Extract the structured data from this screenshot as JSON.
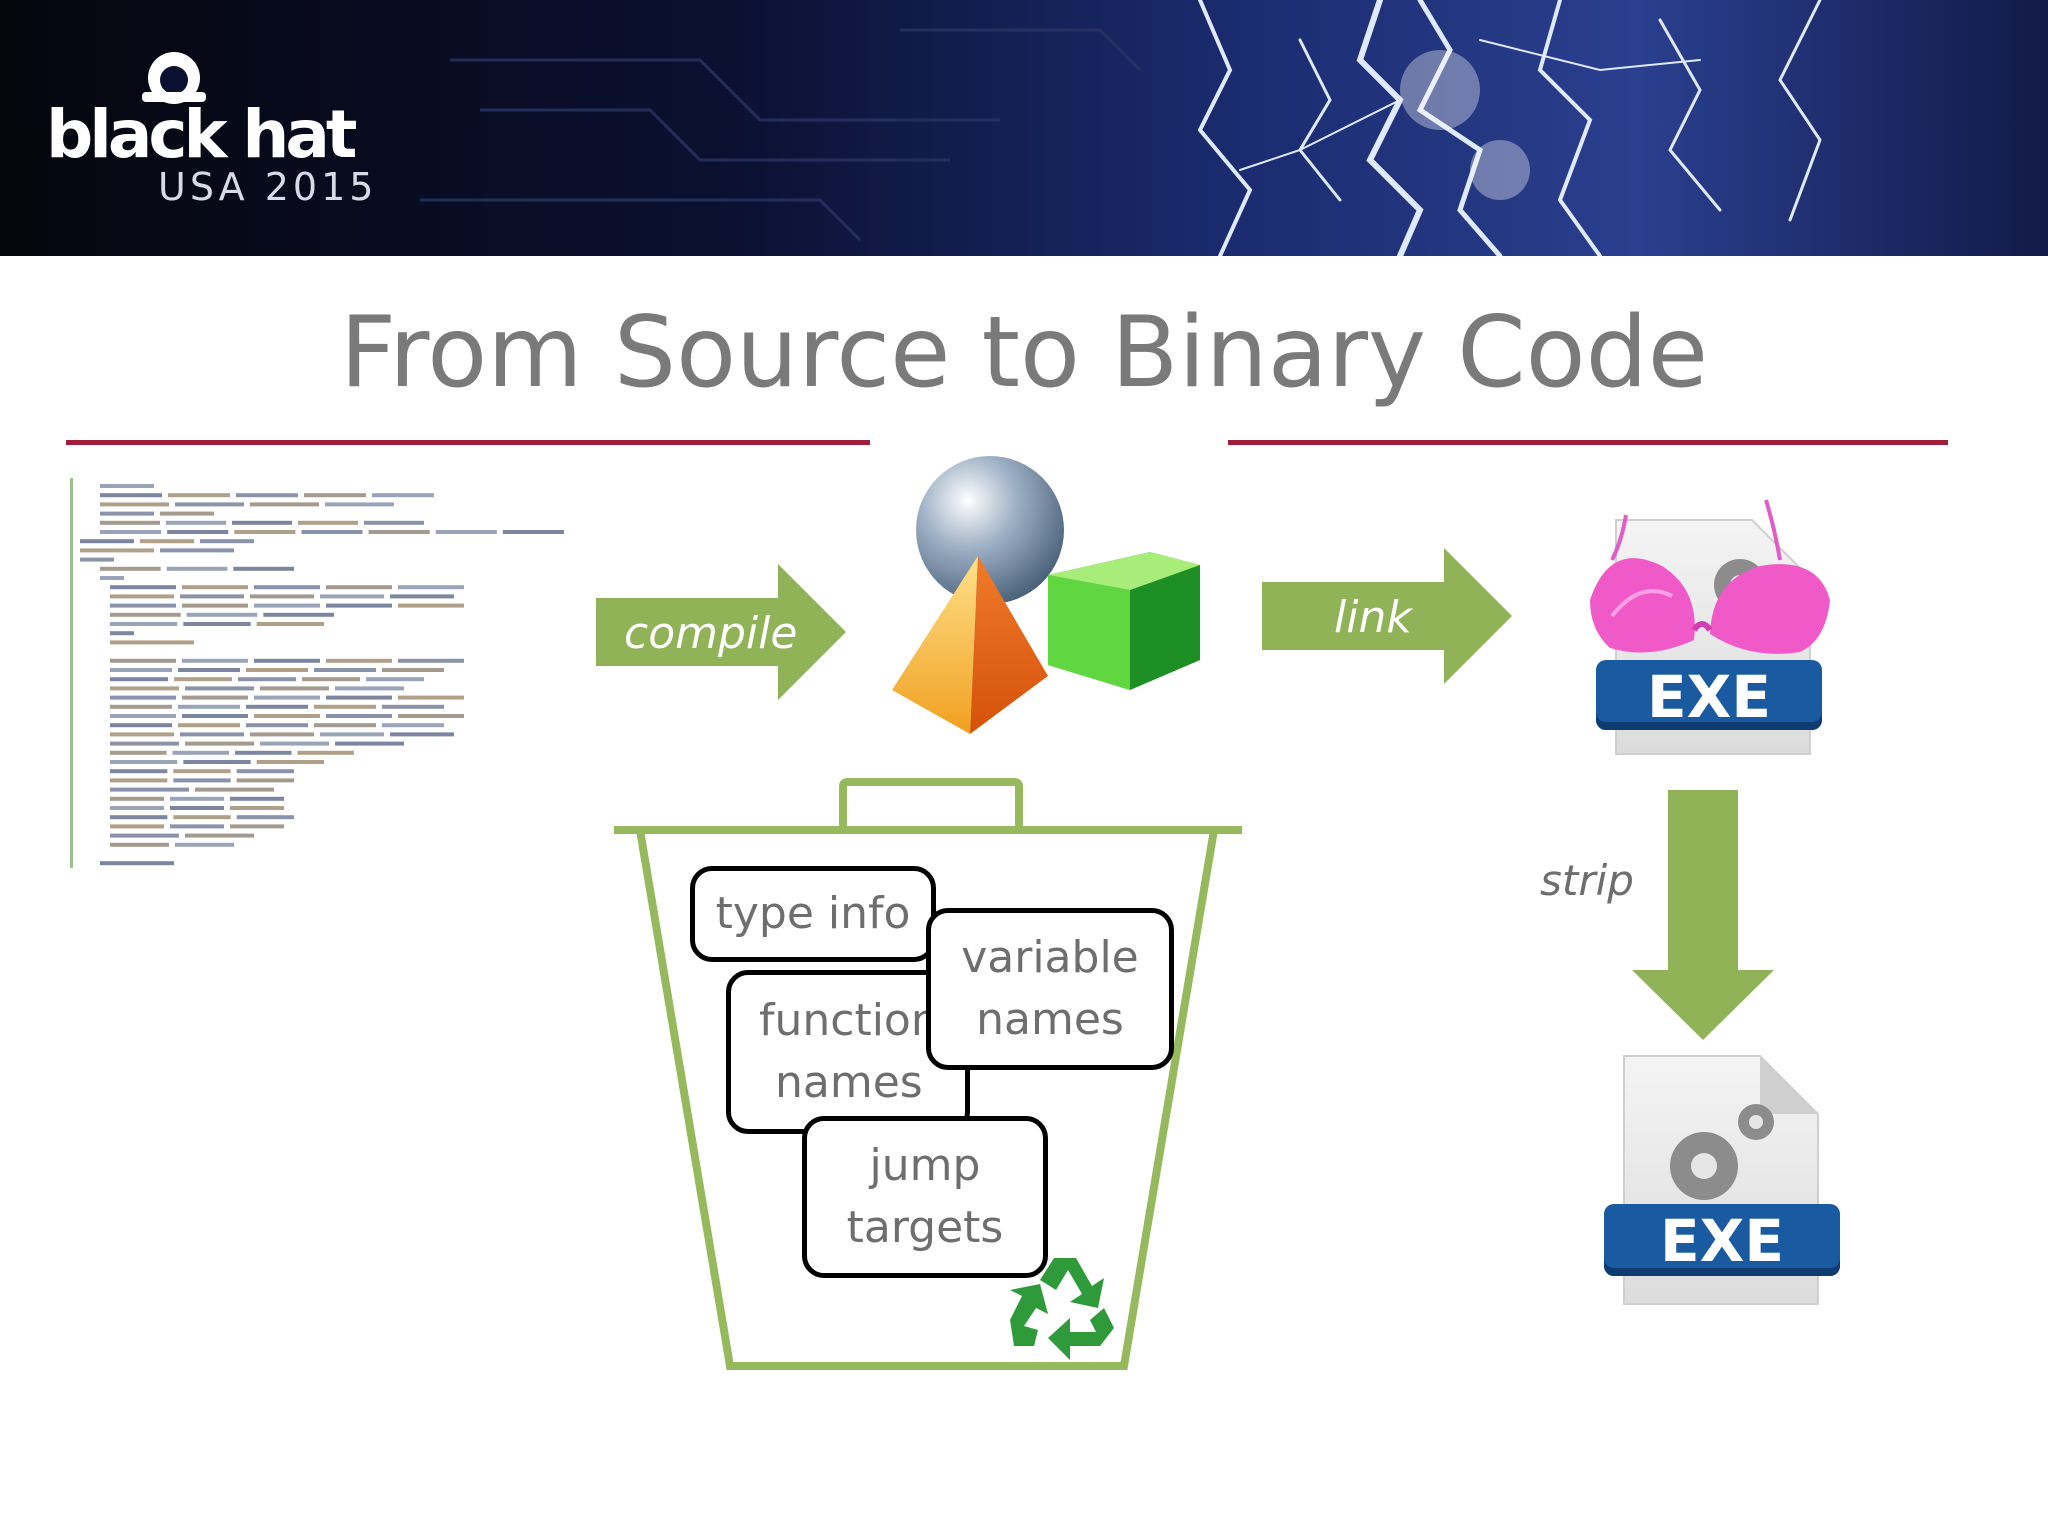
{
  "header": {
    "logo_word": "black hat",
    "logo_sub": "USA 2015"
  },
  "title": "From Source to Binary Code",
  "steps": {
    "compile": "compile",
    "link": "link",
    "strip": "strip"
  },
  "discarded_items": [
    {
      "label": "type info"
    },
    {
      "label": "variable\nnames"
    },
    {
      "label": "function\nnames"
    },
    {
      "label": "jump\ntargets"
    }
  ],
  "exe_label": "EXE",
  "colors": {
    "accent_rule": "#a01d3c",
    "arrow_green": "#8fb356",
    "bin_green": "#95b95c",
    "exe_blue": "#1a5aa0",
    "title_gray": "#7a7a7a"
  },
  "icons": [
    "hat-icon",
    "source-code-listing",
    "shapes-icon",
    "trash-bin-icon",
    "recycle-icon",
    "exe-file-icon",
    "bra-icon",
    "gear-icon"
  ]
}
